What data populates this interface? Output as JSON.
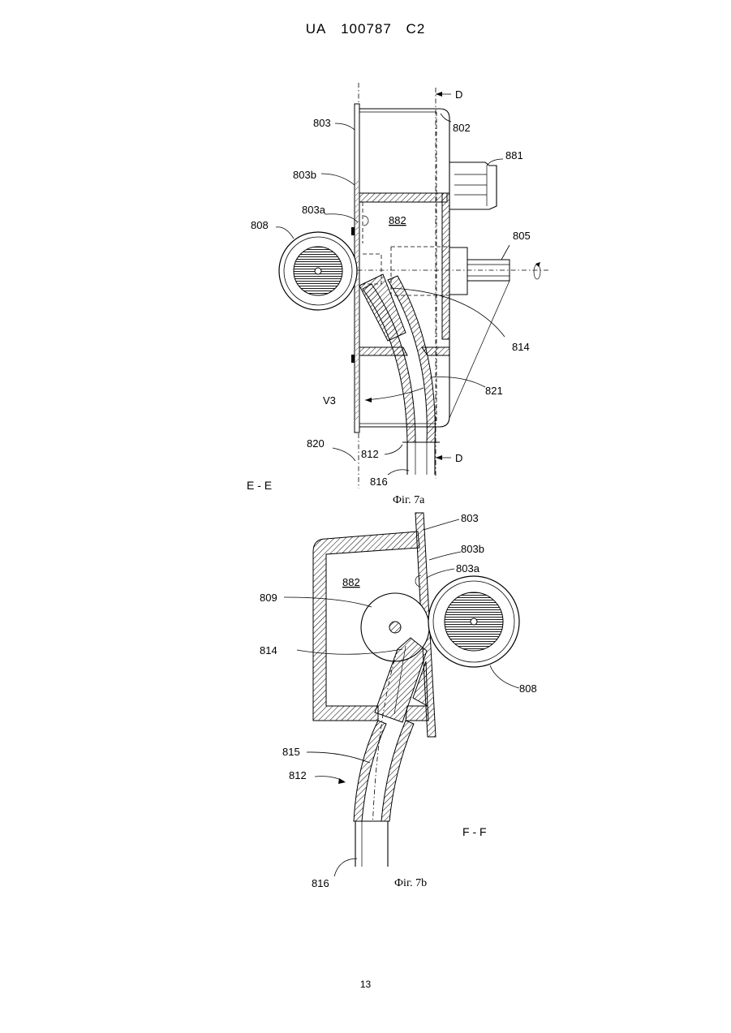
{
  "header": {
    "country": "UA",
    "number": "100787",
    "kind": "C2"
  },
  "page_number": "13",
  "figure_7a": {
    "caption": "Фіг. 7a",
    "section": "E - E",
    "section_marks": [
      "D",
      "D"
    ],
    "labels": {
      "l803": "803",
      "l802": "802",
      "l881": "881",
      "l803b": "803b",
      "l803a": "803a",
      "l882": "882",
      "l808": "808",
      "l805": "805",
      "l814": "814",
      "l821": "821",
      "lV3": "V3",
      "l820": "820",
      "l812": "812",
      "l816": "816"
    }
  },
  "figure_7b": {
    "caption": "Фіг. 7b",
    "section": "F - F",
    "labels": {
      "l803": "803",
      "l803b": "803b",
      "l803a": "803a",
      "l882": "882",
      "l809": "809",
      "l814": "814",
      "l808": "808",
      "l815": "815",
      "l812": "812",
      "l816": "816"
    }
  }
}
